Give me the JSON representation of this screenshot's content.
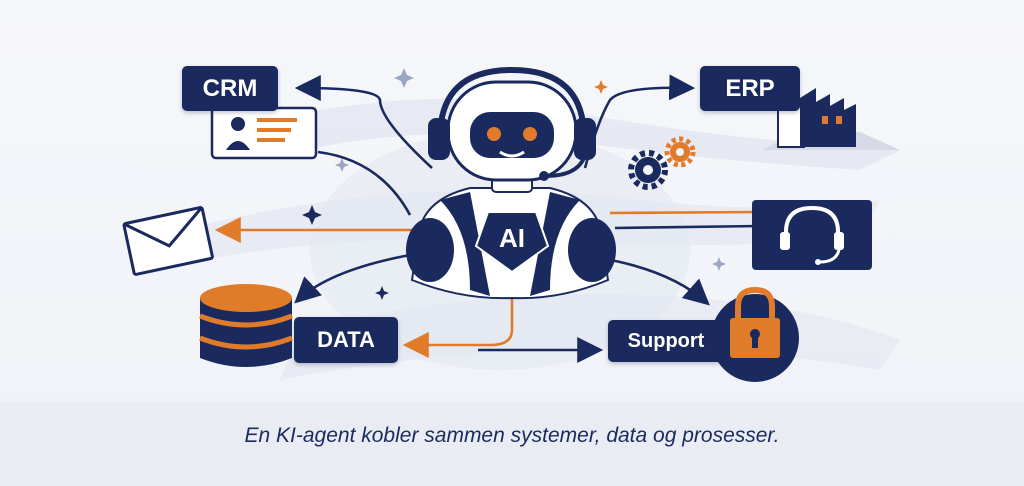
{
  "nodes": {
    "crm": "CRM",
    "erp": "ERP",
    "data": "DATA",
    "support": "Support"
  },
  "robot_chest_label": "AI",
  "caption": "En KI-agent kobler sammen systemer, data og prosesser.",
  "colors": {
    "navy": "#1b2a5e",
    "orange": "#e07b2a",
    "background": "#f3f5f9"
  },
  "icons": [
    "robot-headset-icon",
    "id-card-icon",
    "factory-icon",
    "gear-icon",
    "envelope-icon",
    "database-icon",
    "headset-icon",
    "padlock-icon",
    "sparkle-icon"
  ]
}
